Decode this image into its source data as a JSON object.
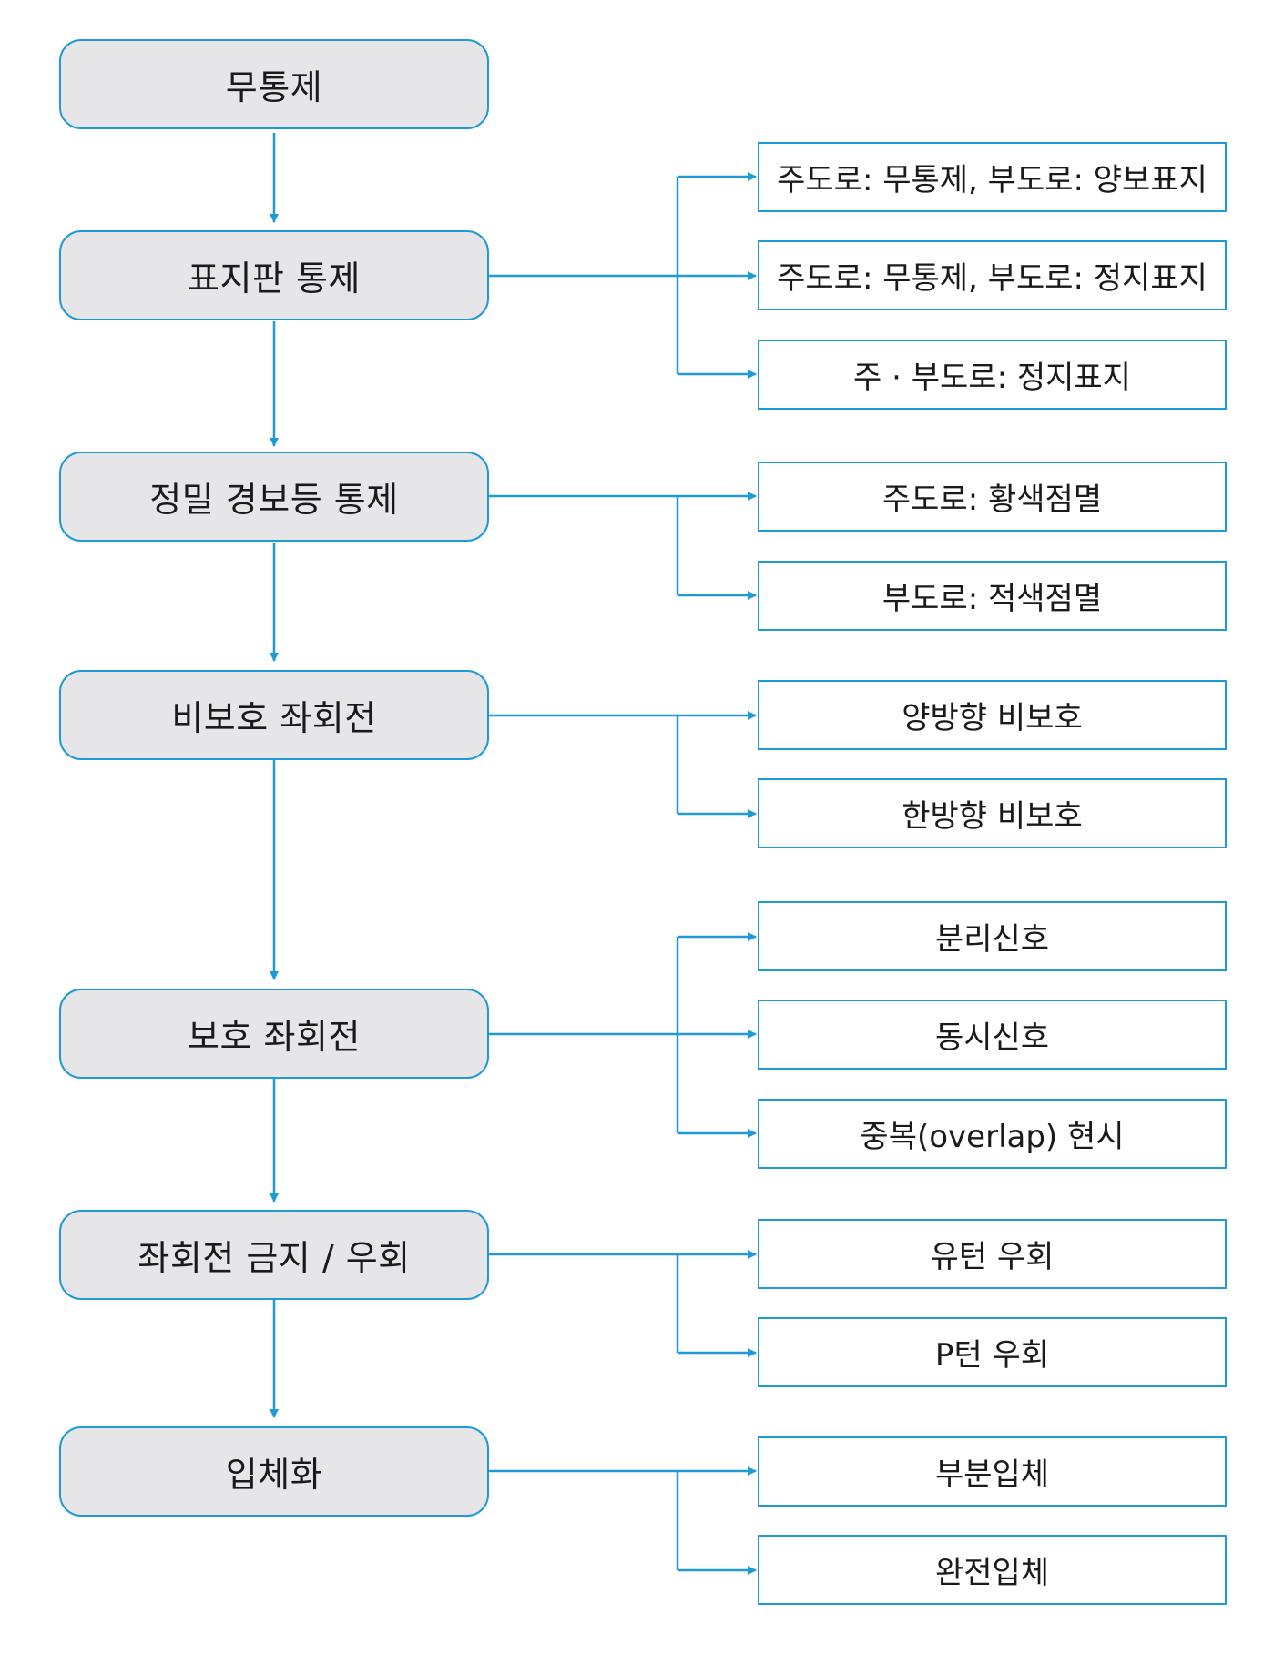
{
  "stages": [
    {
      "label": "무통제"
    },
    {
      "label": "표지판 통제"
    },
    {
      "label": "정밀 경보등 통제"
    },
    {
      "label": "비보호 좌회전"
    },
    {
      "label": "보호 좌회전"
    },
    {
      "label": "좌회전 금지 / 우회"
    },
    {
      "label": "입체화"
    }
  ],
  "options": [
    {
      "label": "주도로: 무통제, 부도로: 양보표지"
    },
    {
      "label": "주도로: 무통제, 부도로: 정지표지"
    },
    {
      "label": "주 · 부도로: 정지표지"
    },
    {
      "label": "주도로: 황색점멸"
    },
    {
      "label": "부도로: 적색점멸"
    },
    {
      "label": "양방향 비보호"
    },
    {
      "label": "한방향 비보호"
    },
    {
      "label": "분리신호"
    },
    {
      "label": "동시신호"
    },
    {
      "label": "중복(overlap) 현시"
    },
    {
      "label": "유턴 우회"
    },
    {
      "label": "P턴 우회"
    },
    {
      "label": "부분입체"
    },
    {
      "label": "완전입체"
    }
  ],
  "colors": {
    "accent": "#1e9ad6",
    "stage_fill": "#e6e6e9"
  }
}
